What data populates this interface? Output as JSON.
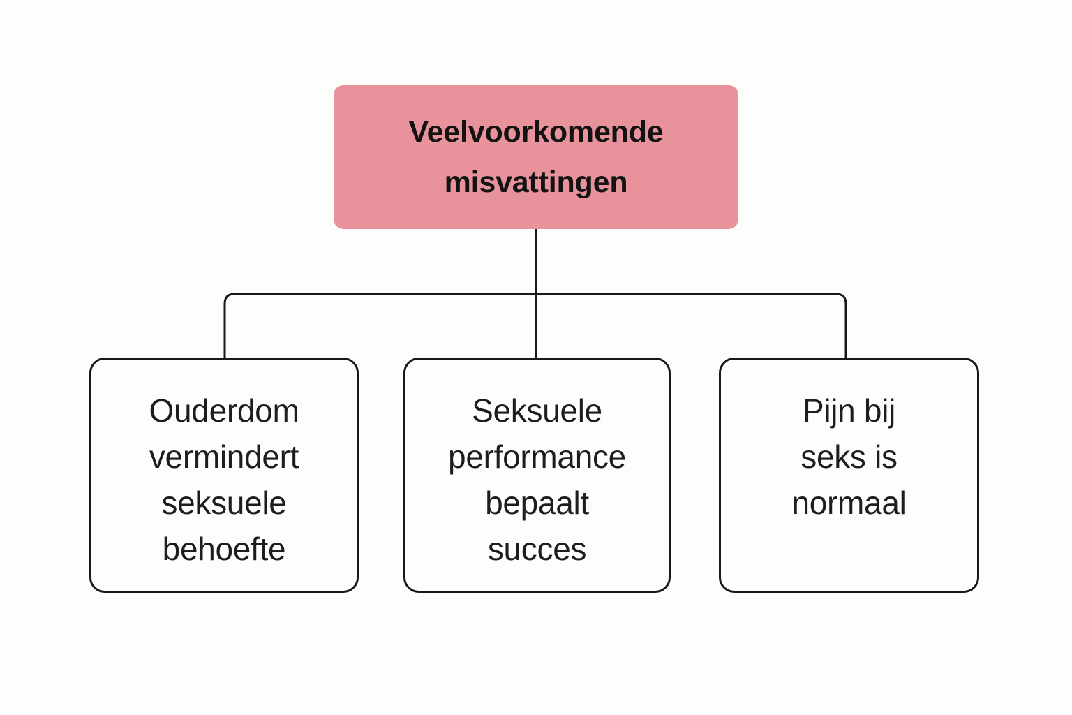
{
  "diagram": {
    "type": "org-chart",
    "background_color": "#fdfdfb",
    "line_color": "#16181a",
    "root": {
      "label": "Veelvoorkomende\nmisvattingen",
      "fill_color": "#e8929c",
      "text_color": "#131313"
    },
    "children": [
      {
        "label": "Ouderdom\nvermindert\nseksuele\nbehoefte",
        "fill_color": "#fdfdfb",
        "border_color": "#16181a",
        "text_color": "#1b1d1f"
      },
      {
        "label": "Seksuele\nperformance\nbepaalt\nsucces",
        "fill_color": "#fdfdfb",
        "border_color": "#16181a",
        "text_color": "#1b1d1f"
      },
      {
        "label": "Pijn bij\nseks is\nnormaal",
        "fill_color": "#fdfdfb",
        "border_color": "#16181a",
        "text_color": "#1b1d1f"
      }
    ]
  }
}
